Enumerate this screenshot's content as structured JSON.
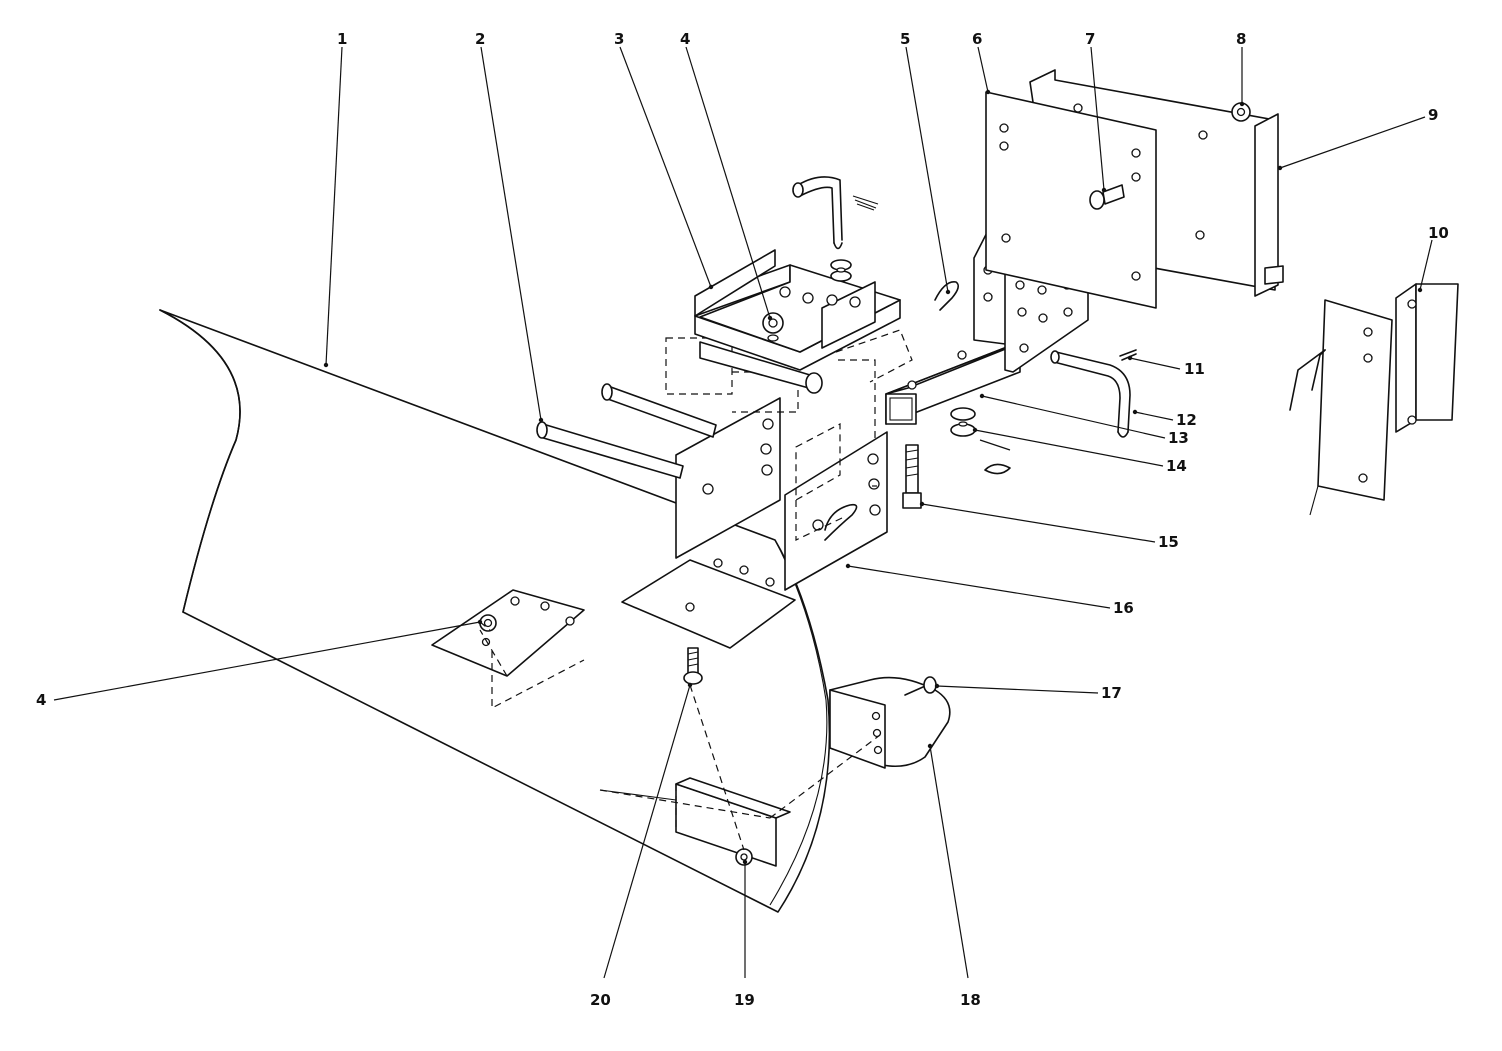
{
  "labels": {
    "l1": "1",
    "l2": "2",
    "l3": "3",
    "l4a": "4",
    "l4b": "4",
    "l5": "5",
    "l6": "6",
    "l7": "7",
    "l8": "8",
    "l9": "9",
    "l10": "10",
    "l11": "11",
    "l12": "12",
    "l13": "13",
    "l14": "14",
    "l15": "15",
    "l16": "16",
    "l17": "17",
    "l18": "18",
    "l19": "19",
    "l20": "20"
  }
}
